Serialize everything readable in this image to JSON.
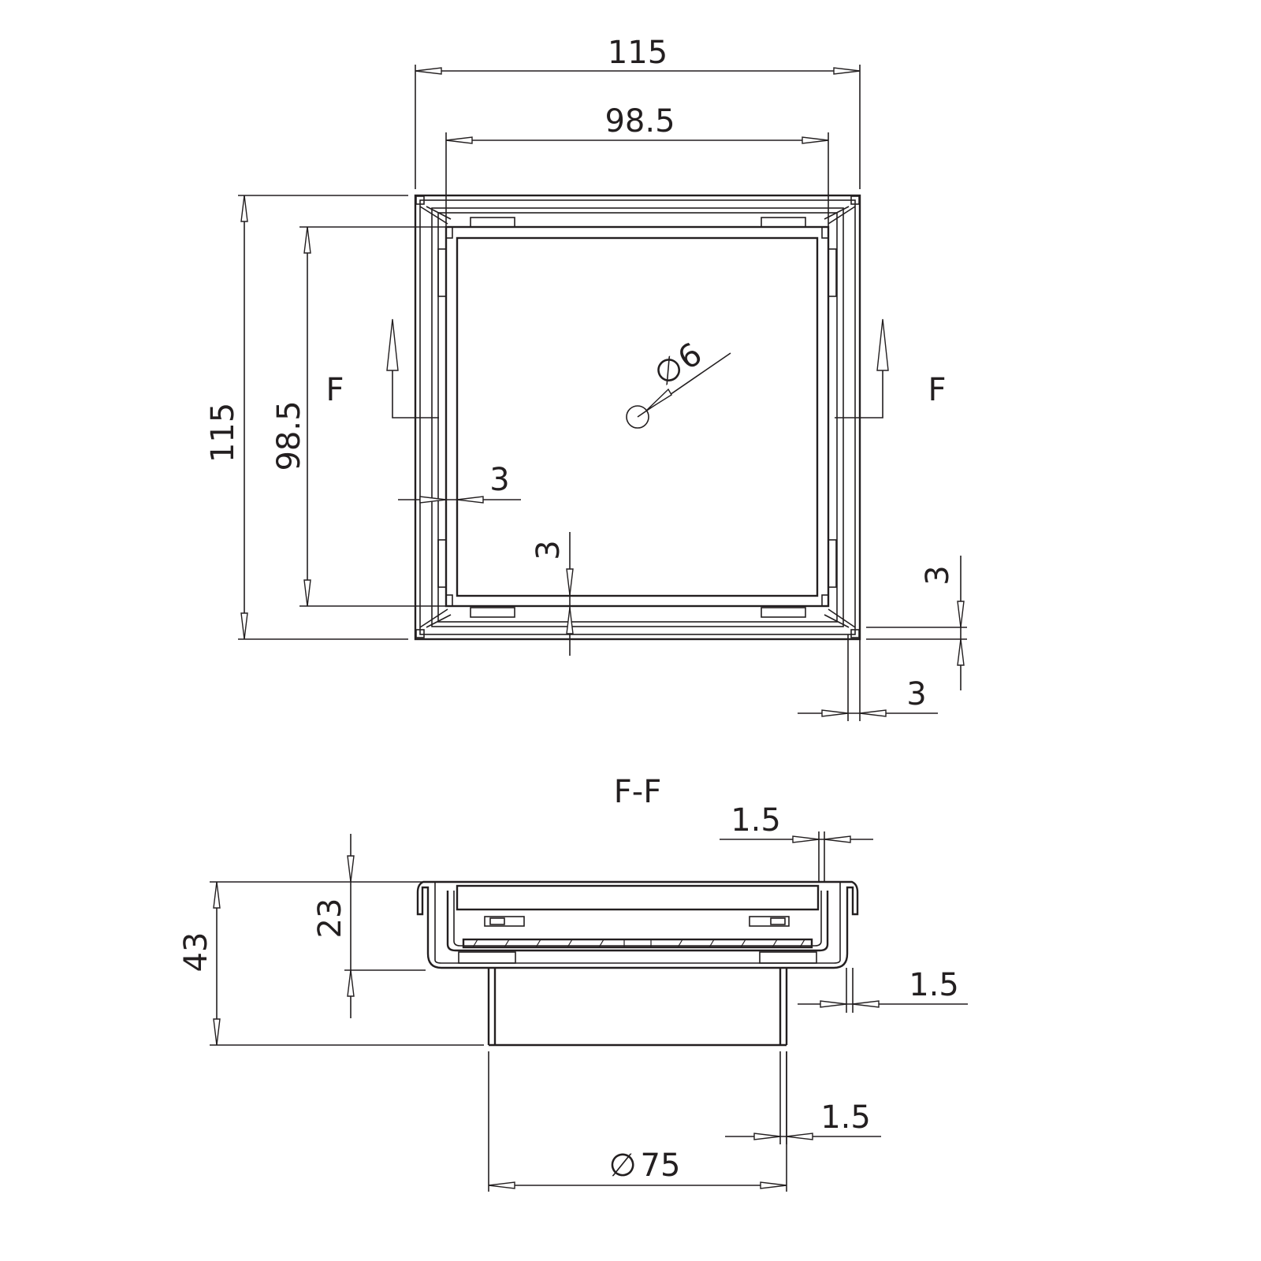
{
  "plan_view": {
    "outer_width": "115",
    "inner_width": "98.5",
    "outer_height": "115",
    "inner_height": "98.5",
    "diameter_symbol": "∅",
    "hole_diameter": "6",
    "wall_thickness_left": "3",
    "wall_thickness_bottom": "3",
    "wall_thickness_right_vertical": "3",
    "wall_thickness_right_horizontal": "3",
    "section_mark_left": "F",
    "section_mark_right": "F"
  },
  "section_view": {
    "title": "F-F",
    "total_height": "43",
    "body_height": "23",
    "top_lip": "1.5",
    "side_wall": "1.5",
    "outlet_wall": "1.5",
    "diameter_symbol": "∅",
    "outlet_diameter": "75"
  }
}
